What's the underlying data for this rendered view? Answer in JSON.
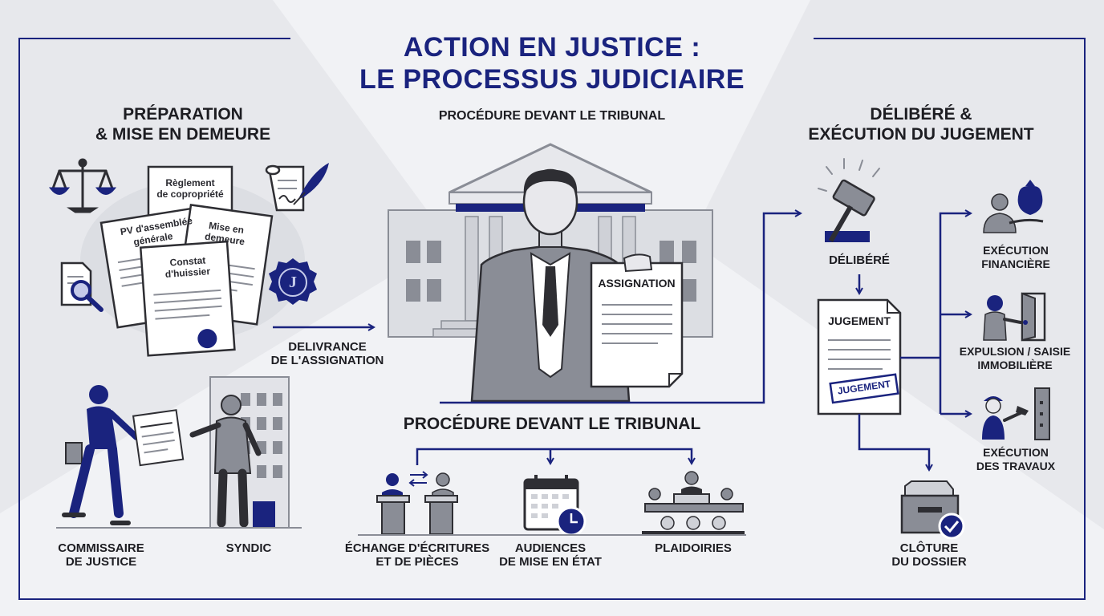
{
  "title": {
    "line1": "ACTION EN JUSTICE :",
    "line2": "LE PROCESSUS JUDICIAIRE"
  },
  "left": {
    "heading_line1": "PRÉPARATION",
    "heading_line2": "& MISE EN DEMEURE",
    "docs": {
      "reglement_line1": "Règlement",
      "reglement_line2": "de copropriété",
      "pv_line1": "PV d'assemblée",
      "pv_line2": "générale",
      "mise_line1": "Mise en",
      "mise_line2": "demeure",
      "constat_line1": "Constat",
      "constat_line2": "d'huissier"
    },
    "seal_letter": "J",
    "people": {
      "commissaire_line1": "COMMISSAIRE",
      "commissaire_line2": "DE JUSTICE",
      "syndic": "SYNDIC"
    }
  },
  "middle": {
    "top_heading": "PROCÉDURE DEVANT LE TRIBUNAL",
    "assignation_doc": "ASSIGNATION",
    "delivery_line1": "DELIVRANCE",
    "delivery_line2": "DE L'ASSIGNATION",
    "proc_heading": "PROCÉDURE DEVANT LE TRIBUNAL",
    "steps": {
      "echange_line1": "ÉCHANGE D'ÉCRITURES",
      "echange_line2": "ET DE PIÈCES",
      "audiences_line1": "AUDIENCES",
      "audiences_line2": "DE MISE EN ÉTAT",
      "plaidoiries": "PLAIDOIRIES"
    }
  },
  "right": {
    "heading_line1": "DÉLIBÉRÉ &",
    "heading_line2": "EXÉCUTION DU JUGEMENT",
    "delibere": "DÉLIBÉRÉ",
    "jugement_doc": "JUGEMENT",
    "jugement_stamp": "JUGEMENT",
    "outcomes": {
      "financiere_line1": "EXÉCUTION",
      "financiere_line2": "FINANCIÈRE",
      "expulsion_line1": "EXPULSION / SAISIE",
      "expulsion_line2": "IMMOBILIÈRE",
      "travaux_line1": "EXÉCUTION",
      "travaux_line2": "DES TRAVAUX"
    },
    "cloture_line1": "CLÔTURE",
    "cloture_line2": "DU DOSSIER"
  },
  "colors": {
    "navy": "#1a237e",
    "ink": "#2e2e33",
    "grey": "#8a8d96",
    "paper": "#ffffff",
    "bg": "#f1f2f5"
  }
}
